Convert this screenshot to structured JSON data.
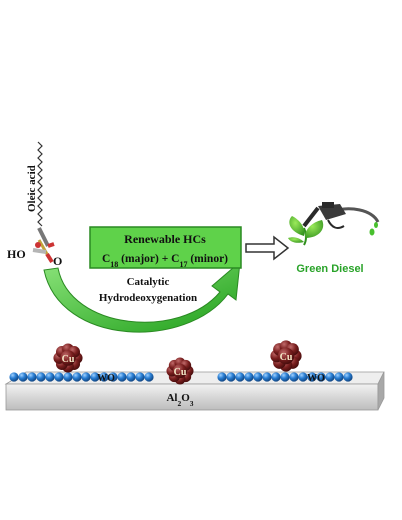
{
  "molecule": {
    "name": "Oleic acid",
    "oh_label": "HO",
    "o_label": "O"
  },
  "process": {
    "line1": "Catalytic",
    "line2": "Hydrodeoxygenation"
  },
  "product_box": {
    "title": "Renewable HCs",
    "c18_base": "C",
    "c18_sub": "18",
    "c18_tag": " (major) + ",
    "c17_base": "C",
    "c17_sub": "17",
    "c17_tag": " (minor)"
  },
  "output": {
    "label": "Green Diesel"
  },
  "catalyst": {
    "cu_label": "Cu",
    "wo_label": "WO",
    "support_base": "Al",
    "support_sub1": "2",
    "support_mid": "O",
    "support_sub2": "3"
  },
  "colors": {
    "box_green": "#5fd24a",
    "arrow_green": "#2fc126",
    "diesel_green": "#29a329",
    "cu_red": "#7a1f1f",
    "sphere_blue": "#2a7fd4",
    "support_gray": "#d8d8d8"
  }
}
